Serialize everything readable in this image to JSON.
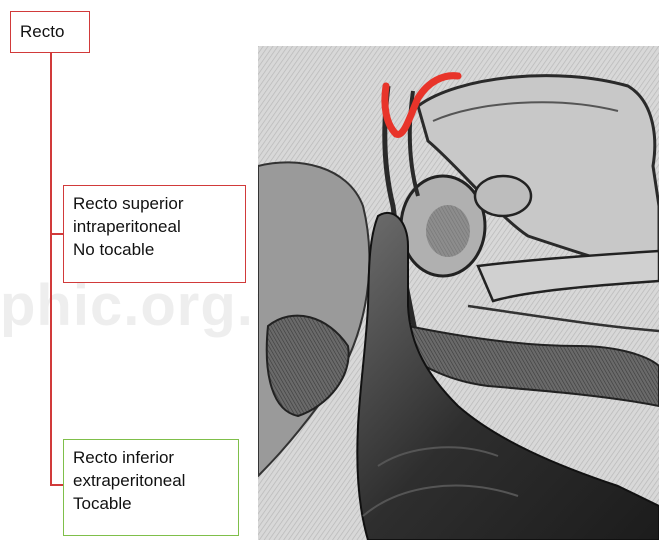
{
  "tree": {
    "root": "Recto",
    "children": [
      {
        "lines": [
          "Recto superior",
          "intraperitoneal",
          "No tocable"
        ],
        "border_color": "#d13a3a"
      },
      {
        "lines": [
          "Recto inferior",
          "extraperitoneal",
          "Tocable"
        ],
        "border_color": "#7fbf4a"
      }
    ],
    "connector_color": "#d13a3a"
  },
  "watermark": "phic.org.m",
  "illustration": {
    "subject": "sagittal-pelvis-digital-rectal-exam",
    "highlight_color": "#e8342a"
  }
}
